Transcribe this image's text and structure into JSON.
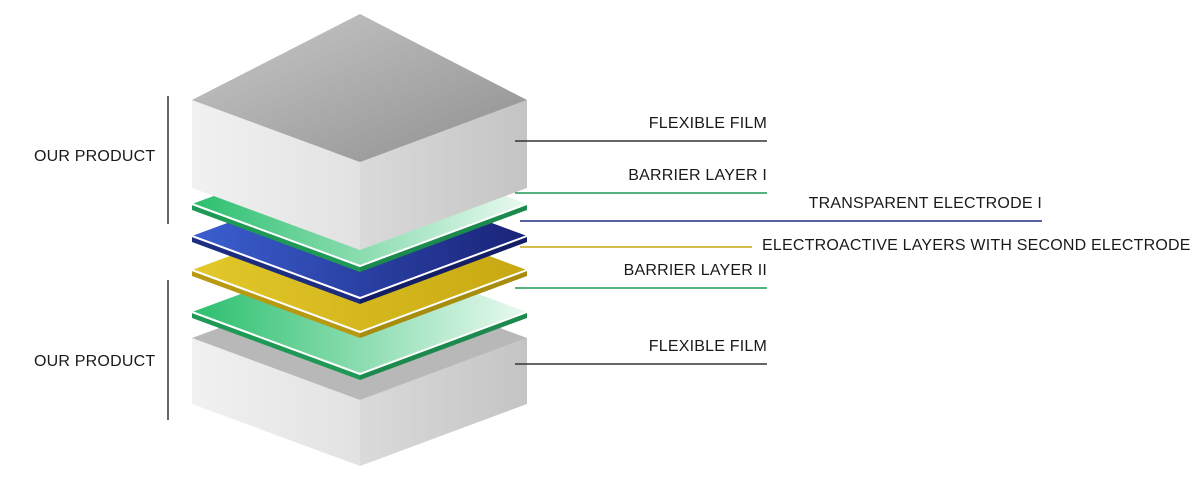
{
  "groups": [
    {
      "label": "OUR PRODUCT"
    },
    {
      "label": "OUR PRODUCT"
    }
  ],
  "layers": [
    {
      "id": "film-top",
      "label": "FLEXIBLE FILM",
      "line_color": "#333333"
    },
    {
      "id": "barrier-1",
      "label": "BARRIER LAYER I",
      "line_color": "#1e9a56"
    },
    {
      "id": "electrode-1",
      "label": "TRANSPARENT ELECTRODE I",
      "line_color": "#1f2f86"
    },
    {
      "id": "electroactive",
      "label": "ELECTROACTIVE LAYERS WITH SECOND ELECTRODE",
      "line_color": "#c9a716"
    },
    {
      "id": "barrier-2",
      "label": "BARRIER LAYER II",
      "line_color": "#1e9a56"
    },
    {
      "id": "film-bottom",
      "label": "FLEXIBLE FILM",
      "line_color": "#333333"
    }
  ],
  "colors": {
    "green": "#2bbf6e",
    "blue": "#2f4db4",
    "yellow": "#d8bc24",
    "gray_top": "#a9a9a9",
    "gray_side": "#d9d9d9"
  }
}
